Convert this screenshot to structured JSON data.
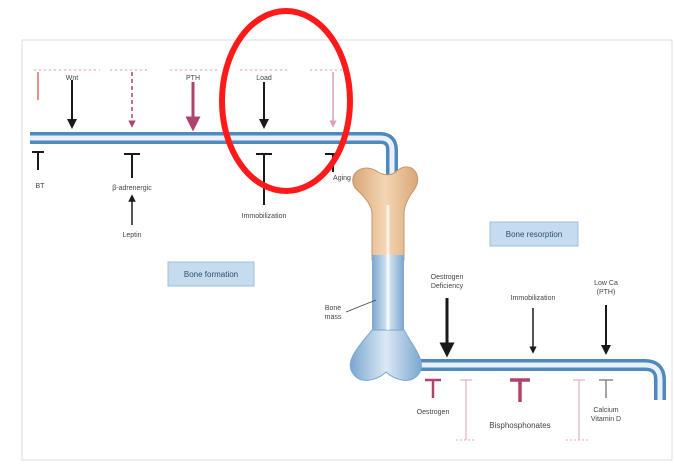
{
  "colors": {
    "pipe_outer": "#4f89bd",
    "pipe_inner": "#e9f2fa",
    "arrow_dark": "#1a1a1a",
    "arrow_pink": "#b0436b",
    "arrow_pink_light": "#d9a2b5",
    "label_box": "#c5dcef",
    "highlight_circle": "#ff1a1a",
    "bone": "#e9c29a",
    "bone_shaft": "#9fc3e4"
  },
  "top_labels": {
    "wnt": "Wnt",
    "pth": "PTH",
    "load": "Load"
  },
  "bottom_left_labels": {
    "bt": "BT",
    "b_adrenergic": "β-adrenergic",
    "leptin": "Leptin",
    "immobilization": "Immobilization",
    "aging": "Aging"
  },
  "boxes": {
    "bone_formation": "Bone formation",
    "bone_resorption": "Bone resorption"
  },
  "bone_mass_label": {
    "line1": "Bone",
    "line2": "mass"
  },
  "resorption_top_labels": {
    "oestrogen_deficiency_1": "Oestrogen",
    "oestrogen_deficiency_2": "Deficiency",
    "immobilization": "Immobilization",
    "low_ca_1": "Low Ca",
    "low_ca_2": "(PTH)"
  },
  "resorption_bottom_labels": {
    "oestrogen": "Oestrogen",
    "bisphosphonates": "Bisphosphonates",
    "calcium_1": "Calcium",
    "calcium_2": "Vitamin D"
  }
}
